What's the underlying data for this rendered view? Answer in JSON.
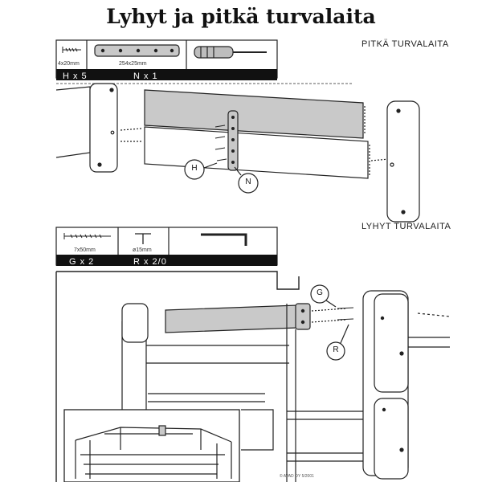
{
  "title": "Lyhyt ja pitkä turvalaita",
  "section_long": {
    "label": "PITKÄ TURVALAITA",
    "parts": {
      "h_size": "4x20mm",
      "n_size": "254x25mm",
      "h_qty": "H x 5",
      "n_qty": "N x 1"
    },
    "callouts": {
      "h": "H",
      "n": "N"
    }
  },
  "section_short": {
    "label": "LYHYT TURVALAITA",
    "parts": {
      "g_size": "7x50mm",
      "r_size": "ø15mm",
      "g_qty": "G x 2",
      "r_qty": "R x 2/0"
    },
    "callouts": {
      "g": "G",
      "r": "R"
    }
  },
  "footer": "© AVAD OY  5/2001",
  "icons": [
    "screw-icon",
    "metal-plate-icon",
    "screwdriver-icon",
    "screw-icon",
    "dowel-icon",
    "allen-key-icon"
  ]
}
